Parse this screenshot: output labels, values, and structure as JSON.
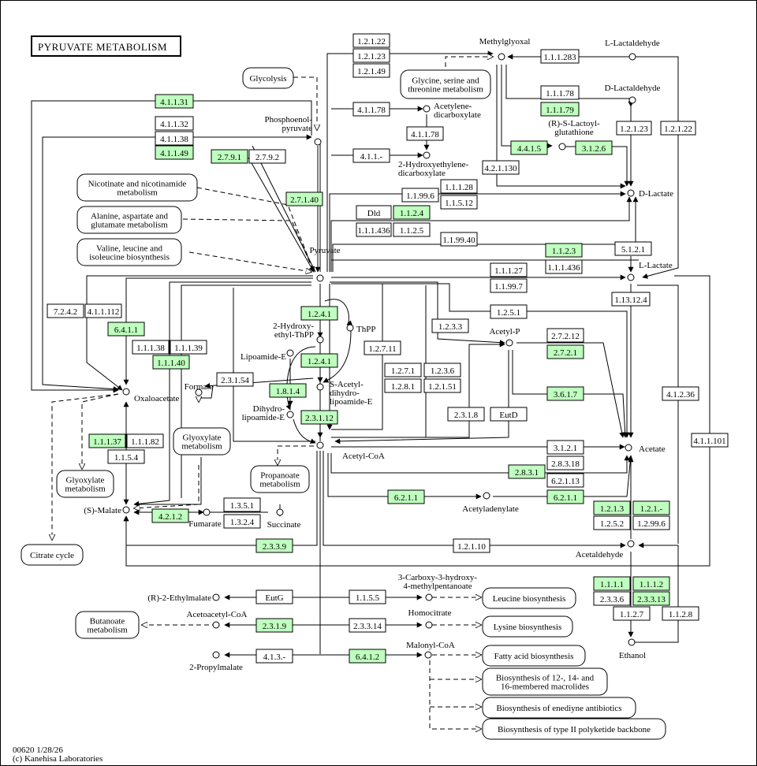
{
  "title": "PYRUVATE METABOLISM",
  "footer": {
    "map_id": "00620 1/28/26",
    "copyright": "(c) Kanehisa Laboratories"
  },
  "colors": {
    "enzyme_present": "#bfffbf",
    "enzyme_absent": "#ffffff",
    "line": "#000000"
  },
  "enzymes": [
    {
      "label": "1.2.1.22",
      "green": false
    },
    {
      "label": "1.2.1.23",
      "green": false
    },
    {
      "label": "1.2.1.49",
      "green": false
    },
    {
      "label": "1.1.1.283",
      "green": false
    },
    {
      "label": "1.1.1.78",
      "green": false
    },
    {
      "label": "1.1.1.79",
      "green": true
    },
    {
      "label": "4.1.1.31",
      "green": true
    },
    {
      "label": "4.1.1.32",
      "green": false
    },
    {
      "label": "4.1.1.38",
      "green": false
    },
    {
      "label": "4.1.1.49",
      "green": true
    },
    {
      "label": "4.1.1.78",
      "green": false
    },
    {
      "label": "4.1.1.78",
      "green": false
    },
    {
      "label": "4.1.1.-",
      "green": false
    },
    {
      "label": "2.7.9.1",
      "green": true
    },
    {
      "label": "2.7.9.2",
      "green": false
    },
    {
      "label": "4.4.1.5",
      "green": true
    },
    {
      "label": "3.1.2.6",
      "green": true
    },
    {
      "label": "1.2.1.23",
      "green": false
    },
    {
      "label": "1.2.1.22",
      "green": false
    },
    {
      "label": "4.2.1.130",
      "green": false
    },
    {
      "label": "2.7.1.40",
      "green": true
    },
    {
      "label": "1.1.1.28",
      "green": false
    },
    {
      "label": "1.1.99.6",
      "green": false
    },
    {
      "label": "1.1.5.12",
      "green": false
    },
    {
      "label": "Dld",
      "green": false
    },
    {
      "label": "1.1.2.4",
      "green": true
    },
    {
      "label": "1.1.1.436",
      "green": false
    },
    {
      "label": "1.1.2.5",
      "green": false
    },
    {
      "label": "1.1.99.40",
      "green": false
    },
    {
      "label": "1.1.2.3",
      "green": true
    },
    {
      "label": "5.1.2.1",
      "green": false
    },
    {
      "label": "1.1.1.27",
      "green": false
    },
    {
      "label": "1.1.1.436",
      "green": false
    },
    {
      "label": "1.1.99.7",
      "green": false
    },
    {
      "label": "1.13.12.4",
      "green": false
    },
    {
      "label": "7.2.4.2",
      "green": false
    },
    {
      "label": "4.1.1.112",
      "green": false
    },
    {
      "label": "1.2.4.1",
      "green": true
    },
    {
      "label": "1.2.5.1",
      "green": false
    },
    {
      "label": "6.4.1.1",
      "green": true
    },
    {
      "label": "1.2.3.3",
      "green": false
    },
    {
      "label": "2.7.2.12",
      "green": false
    },
    {
      "label": "1.1.1.38",
      "green": false
    },
    {
      "label": "1.1.1.39",
      "green": false
    },
    {
      "label": "1.2.7.11",
      "green": false
    },
    {
      "label": "2.7.2.1",
      "green": true
    },
    {
      "label": "1.1.1.40",
      "green": true
    },
    {
      "label": "1.2.4.1",
      "green": true
    },
    {
      "label": "1.2.7.1",
      "green": false
    },
    {
      "label": "1.2.3.6",
      "green": false
    },
    {
      "label": "2.3.1.54",
      "green": false
    },
    {
      "label": "1.2.8.1",
      "green": false
    },
    {
      "label": "1.2.1.51",
      "green": false
    },
    {
      "label": "1.8.1.4",
      "green": true
    },
    {
      "label": "3.6.1.7",
      "green": true
    },
    {
      "label": "4.1.2.36",
      "green": false
    },
    {
      "label": "2.3.1.8",
      "green": false
    },
    {
      "label": "EutD",
      "green": false
    },
    {
      "label": "2.3.1.12",
      "green": true
    },
    {
      "label": "1.1.1.37",
      "green": true
    },
    {
      "label": "1.1.1.82",
      "green": false
    },
    {
      "label": "4.1.1.101",
      "green": false
    },
    {
      "label": "3.1.2.1",
      "green": false
    },
    {
      "label": "1.1.5.4",
      "green": false
    },
    {
      "label": "2.8.3.18",
      "green": false
    },
    {
      "label": "2.8.3.1",
      "green": true
    },
    {
      "label": "6.2.1.13",
      "green": false
    },
    {
      "label": "6.2.1.1",
      "green": true
    },
    {
      "label": "6.2.1.1",
      "green": true
    },
    {
      "label": "1.3.5.1",
      "green": false
    },
    {
      "label": "4.2.1.2",
      "green": true
    },
    {
      "label": "1.3.2.4",
      "green": false
    },
    {
      "label": "1.2.1.3",
      "green": true
    },
    {
      "label": "1.2.1.-",
      "green": true
    },
    {
      "label": "1.2.5.2",
      "green": false
    },
    {
      "label": "1.2.99.6",
      "green": false
    },
    {
      "label": "2.3.3.9",
      "green": true
    },
    {
      "label": "1.2.1.10",
      "green": false
    },
    {
      "label": "1.1.1.1",
      "green": true
    },
    {
      "label": "1.1.1.2",
      "green": true
    },
    {
      "label": "2.3.3.6",
      "green": false
    },
    {
      "label": "2.3.3.13",
      "green": true
    },
    {
      "label": "1.1.2.7",
      "green": false
    },
    {
      "label": "1.1.2.8",
      "green": false
    },
    {
      "label": "EutG",
      "green": false
    },
    {
      "label": "1.1.5.5",
      "green": false
    },
    {
      "label": "2.3.1.9",
      "green": true
    },
    {
      "label": "2.3.3.14",
      "green": false
    },
    {
      "label": "4.1.3.-",
      "green": false
    },
    {
      "label": "6.4.1.2",
      "green": true
    }
  ],
  "compounds": [
    "Methylglyoxal",
    "L-Lactaldehyde",
    "D-Lactaldehyde",
    "Acetylene-dicarboxylate",
    "Phosphoenol-pyruvate",
    "2-Hydroxyethylene-dicarboxylate",
    "(R)-S-Lactoyl-glutathione",
    "D-Lactate",
    "Pyruvate",
    "L-Lactate",
    "ThPP",
    "2-Hydroxy-ethyl-ThPP",
    "Acetyl-P",
    "Lipoamide-E",
    "S-Acetyl-dihydro-lipoamide-E",
    "Formate",
    "Oxaloacetate",
    "Dihydro-lipoamide-E",
    "Acetyl-CoA",
    "Acetate",
    "Acetyladenylate",
    "(S)-Malate",
    "Fumarate",
    "Succinate",
    "Acetaldehyde",
    "3-Carboxy-3-hydroxy-4-methylpentanoate",
    "(R)-2-Ethylmalate",
    "Acetoacetyl-CoA",
    "Homocitrate",
    "Malonyl-CoA",
    "2-Propylmalate",
    "Ethanol"
  ],
  "pathways": [
    "Glycolysis",
    "Glycine, serine and threonine metabolism",
    "Nicotinate and nicotinamide metabolism",
    "Alanine, aspartate and glutamate metabolism",
    "Valine, leucine and isoleucine biosynthesis",
    "Glyoxylate metabolism",
    "Propanoate metabolism",
    "Glyoxylate metabolism",
    "Citrate cycle",
    "Leucine biosynthesis",
    "Butanoate metabolism",
    "Lysine biosynthesis",
    "Fatty acid biosynthesis",
    "Biosynthesis of 12-, 14- and 16-membered macrolides",
    "Biosynthesis of enediyne antibiotics",
    "Biosynthesis of type II polyketide backbone"
  ]
}
